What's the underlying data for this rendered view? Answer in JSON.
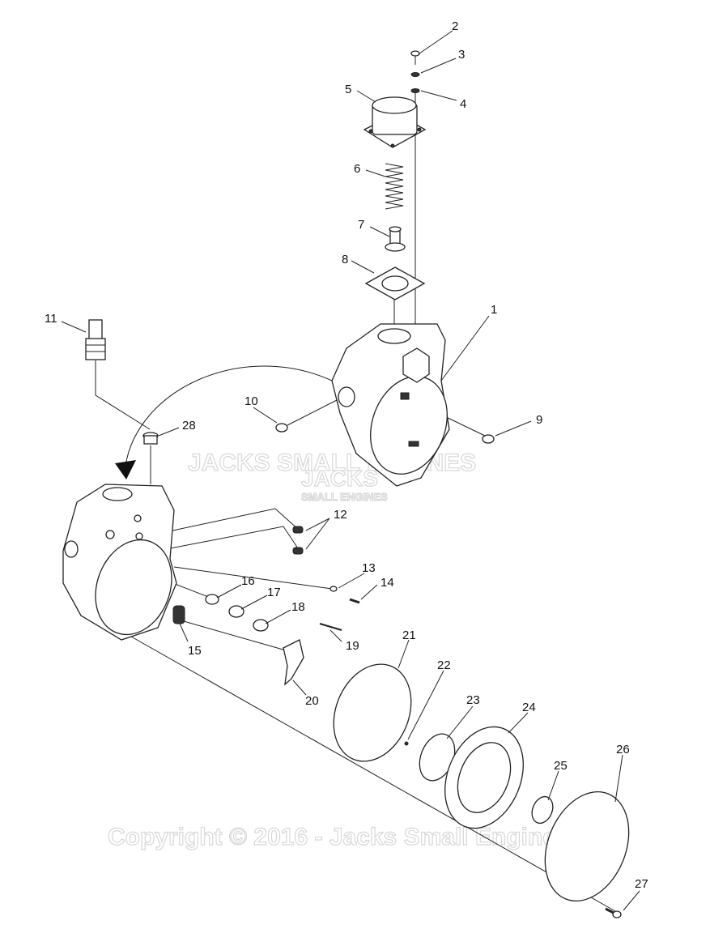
{
  "watermark": {
    "brand_line": "JACKS SMALL ENGINES",
    "logo_top": "JACKS",
    "logo_bottom": "SMALL ENGINES",
    "copyright": "Copyright © 2016 - Jacks Small Engines"
  },
  "callouts": [
    {
      "id": "1",
      "label": "1"
    },
    {
      "id": "2",
      "label": "2"
    },
    {
      "id": "3",
      "label": "3"
    },
    {
      "id": "4",
      "label": "4"
    },
    {
      "id": "5",
      "label": "5"
    },
    {
      "id": "6",
      "label": "6"
    },
    {
      "id": "7",
      "label": "7"
    },
    {
      "id": "8",
      "label": "8"
    },
    {
      "id": "9",
      "label": "9"
    },
    {
      "id": "10",
      "label": "10"
    },
    {
      "id": "11",
      "label": "11"
    },
    {
      "id": "12",
      "label": "12"
    },
    {
      "id": "13",
      "label": "13"
    },
    {
      "id": "14",
      "label": "14"
    },
    {
      "id": "15",
      "label": "15"
    },
    {
      "id": "16",
      "label": "16"
    },
    {
      "id": "17",
      "label": "17"
    },
    {
      "id": "18",
      "label": "18"
    },
    {
      "id": "19",
      "label": "19"
    },
    {
      "id": "20",
      "label": "20"
    },
    {
      "id": "21",
      "label": "21"
    },
    {
      "id": "22",
      "label": "22"
    },
    {
      "id": "23",
      "label": "23"
    },
    {
      "id": "24",
      "label": "24"
    },
    {
      "id": "25",
      "label": "25"
    },
    {
      "id": "26",
      "label": "26"
    },
    {
      "id": "27",
      "label": "27"
    },
    {
      "id": "28",
      "label": "28"
    }
  ]
}
